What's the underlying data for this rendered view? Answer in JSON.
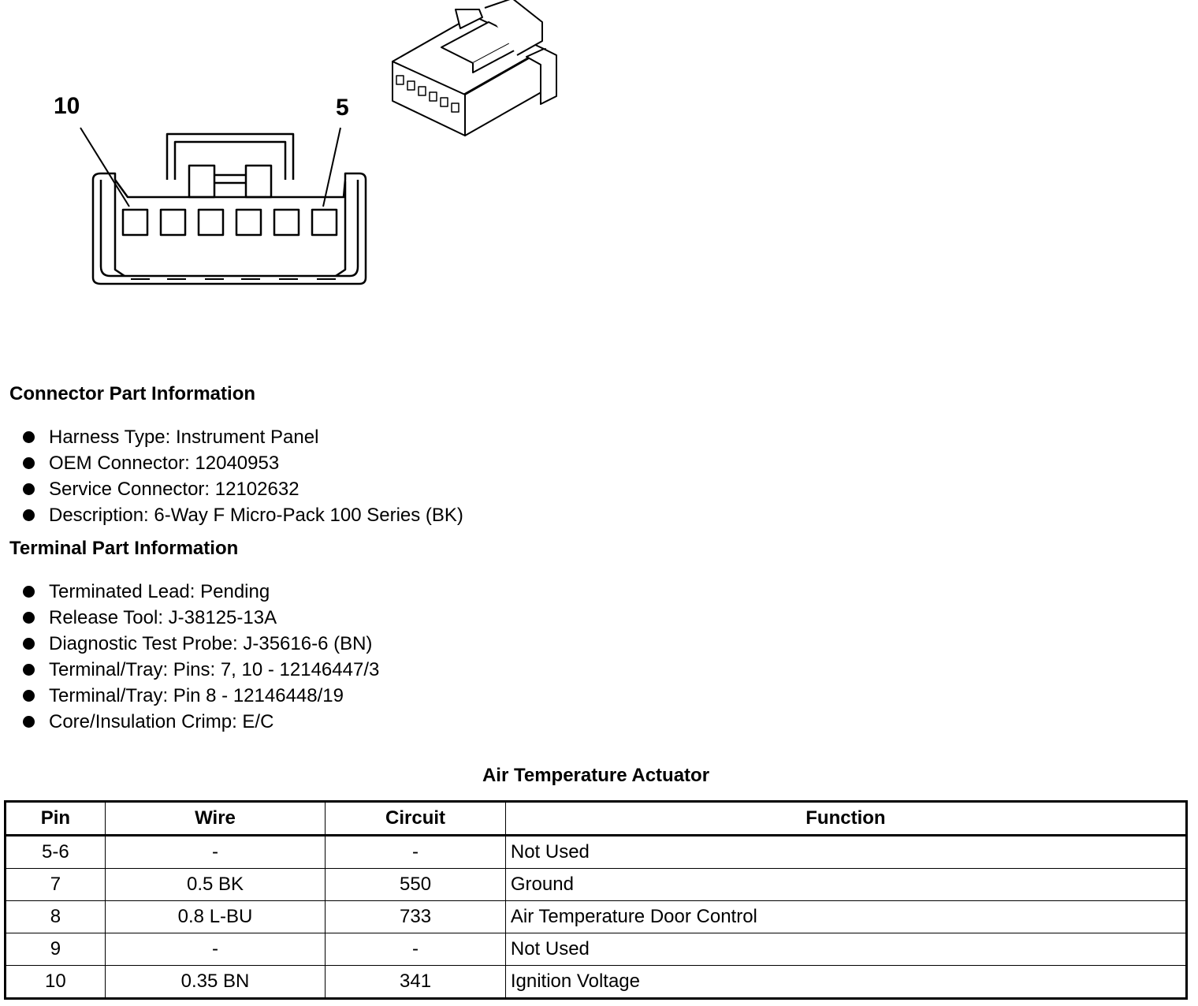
{
  "diagram": {
    "label_left": "10",
    "label_right": "5"
  },
  "connector_info": {
    "title": "Connector Part Information",
    "items": [
      "Harness Type: Instrument Panel",
      "OEM Connector: 12040953",
      "Service Connector: 12102632",
      "Description: 6-Way F Micro-Pack 100 Series (BK)"
    ]
  },
  "terminal_info": {
    "title": "Terminal Part Information",
    "items": [
      "Terminated Lead: Pending",
      "Release Tool: J-38125-13A",
      "Diagnostic Test Probe: J-35616-6 (BN)",
      "Terminal/Tray: Pins: 7, 10 - 12146447/3",
      "Terminal/Tray: Pin 8 - 12146448/19",
      "Core/Insulation Crimp: E/C"
    ]
  },
  "table": {
    "title": "Air Temperature Actuator",
    "headers": [
      "Pin",
      "Wire",
      "Circuit",
      "Function"
    ],
    "rows": [
      [
        "5-6",
        "-",
        "-",
        "Not Used"
      ],
      [
        "7",
        "0.5 BK",
        "550",
        "Ground"
      ],
      [
        "8",
        "0.8 L-BU",
        "733",
        "Air Temperature Door Control"
      ],
      [
        "9",
        "-",
        "-",
        "Not Used"
      ],
      [
        "10",
        "0.35 BN",
        "341",
        "Ignition Voltage"
      ]
    ]
  }
}
